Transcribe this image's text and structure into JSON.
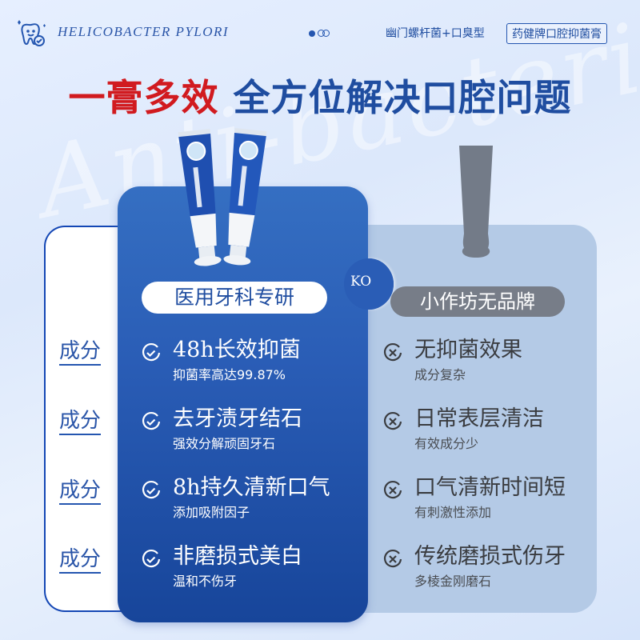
{
  "header": {
    "brand_en": "HELICOBACTER PYLORI",
    "logo_icon": "tooth-check-icon",
    "pager": {
      "active_dot": 1,
      "total": 2
    },
    "subtype": "幽门螺杆菌+口臭型",
    "product_badge": "药健牌口腔抑菌膏"
  },
  "headline": {
    "highlight": "一膏多效",
    "rest": "全方位解决口腔问题",
    "highlight_color": "#d11a1f",
    "rest_color": "#1f4da0"
  },
  "watermark": "Anti-bacterial",
  "comparison": {
    "vs_label": "KO",
    "row_labels": [
      "成分",
      "成分",
      "成分",
      "成分"
    ],
    "ours": {
      "title": "医用牙科专研",
      "color": "#2a5db6",
      "features": [
        {
          "title": "48h长效抑菌",
          "desc": "抑菌率高达99.87%",
          "icon": "check-circle-icon"
        },
        {
          "title": "去牙渍牙结石",
          "desc": "强效分解顽固牙石",
          "icon": "check-circle-icon"
        },
        {
          "title": "8h持久清新口气",
          "desc": "添加吸附因子",
          "icon": "check-circle-icon"
        },
        {
          "title": "非磨损式美白",
          "desc": "温和不伤牙",
          "icon": "check-circle-icon"
        }
      ]
    },
    "theirs": {
      "title": "小作坊无品牌",
      "color": "#b4cae6",
      "features": [
        {
          "title": "无抑菌效果",
          "desc": "成分复杂",
          "icon": "x-circle-icon"
        },
        {
          "title": "日常表层清洁",
          "desc": "有效成分少",
          "icon": "x-circle-icon"
        },
        {
          "title": "口气清新时间短",
          "desc": "有刺激性添加",
          "icon": "x-circle-icon"
        },
        {
          "title": "传统磨损式伤牙",
          "desc": "多棱金刚磨石",
          "icon": "x-circle-icon"
        }
      ]
    }
  }
}
